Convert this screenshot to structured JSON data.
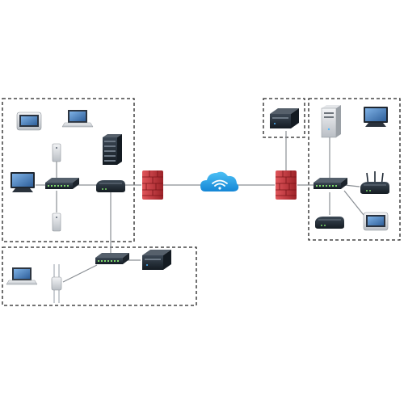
{
  "diagram": {
    "type": "network-topology",
    "colors": {
      "firewall": "#c0353c",
      "cloud": "#1aa0e6",
      "switch_body": "#2f3a45",
      "laptop_screen": "#4a7fc0",
      "device_dark": "#1e2833",
      "zone_border": "#222222",
      "link": "#8a8f94"
    },
    "zones": [
      "lan-left",
      "wireless-bottom",
      "dmz-right",
      "lan-right"
    ],
    "nodes": [
      {
        "id": "left-tablet",
        "icon": "tablet-icon"
      },
      {
        "id": "left-laptop",
        "icon": "laptop-icon"
      },
      {
        "id": "left-access-point-top",
        "icon": "access-point-icon"
      },
      {
        "id": "left-server-rack",
        "icon": "server-rack-icon"
      },
      {
        "id": "left-monitor",
        "icon": "monitor-icon"
      },
      {
        "id": "left-switch",
        "icon": "switch-icon"
      },
      {
        "id": "left-router",
        "icon": "router-icon"
      },
      {
        "id": "left-access-point-bottom",
        "icon": "access-point-icon"
      },
      {
        "id": "left-firewall",
        "icon": "firewall-icon"
      },
      {
        "id": "internet-cloud",
        "icon": "wifi-cloud-icon"
      },
      {
        "id": "right-firewall",
        "icon": "firewall-icon"
      },
      {
        "id": "dmz-server",
        "icon": "server-box-icon"
      },
      {
        "id": "right-tower-server",
        "icon": "tower-server-icon"
      },
      {
        "id": "right-monitor",
        "icon": "monitor-icon"
      },
      {
        "id": "right-switch",
        "icon": "switch-icon"
      },
      {
        "id": "right-wireless-router",
        "icon": "wireless-router-icon"
      },
      {
        "id": "right-router",
        "icon": "router-icon"
      },
      {
        "id": "right-tablet",
        "icon": "tablet-icon"
      },
      {
        "id": "bottom-laptop",
        "icon": "laptop-icon"
      },
      {
        "id": "bottom-ceiling-ap",
        "icon": "ceiling-access-point-icon"
      },
      {
        "id": "bottom-switch",
        "icon": "switch-icon"
      },
      {
        "id": "bottom-server-box",
        "icon": "server-box-icon"
      }
    ],
    "links": [
      [
        "left-monitor",
        "left-switch"
      ],
      [
        "left-switch",
        "left-router"
      ],
      [
        "left-router",
        "left-firewall"
      ],
      [
        "left-firewall",
        "internet-cloud"
      ],
      [
        "internet-cloud",
        "right-firewall"
      ],
      [
        "right-firewall",
        "dmz-server"
      ],
      [
        "right-firewall",
        "right-switch"
      ],
      [
        "right-switch",
        "right-wireless-router"
      ],
      [
        "right-switch",
        "right-tower-server"
      ],
      [
        "right-switch",
        "right-router"
      ],
      [
        "left-router",
        "bottom-switch"
      ],
      [
        "bottom-ceiling-ap",
        "bottom-switch"
      ],
      [
        "bottom-switch",
        "bottom-server-box"
      ],
      [
        "left-access-point-top",
        "left-switch"
      ],
      [
        "left-access-point-bottom",
        "left-switch"
      ]
    ]
  }
}
